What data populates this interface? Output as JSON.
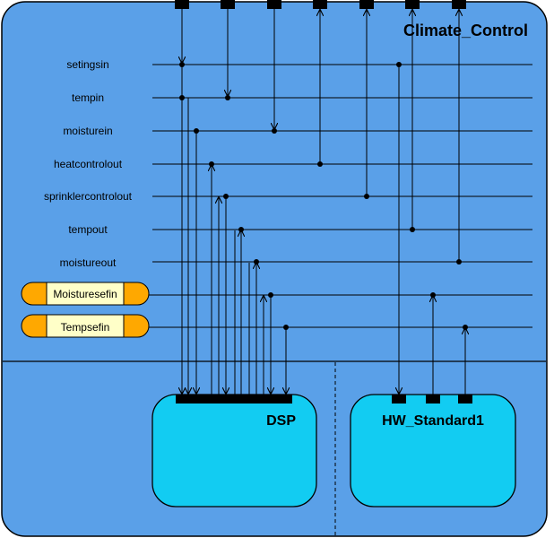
{
  "title": "Climate_Control",
  "signals": [
    "setingsin",
    "tempin",
    "moisturein",
    "heatcontrolout",
    "sprinklercontrolout",
    "tempout",
    "moistureout"
  ],
  "state_functions": [
    "Moisturesefin",
    "Tempsefin"
  ],
  "blocks": {
    "dsp": "DSP",
    "hw": "HW_Standard1"
  },
  "colors": {
    "outer_fill": "#5aa0e8",
    "block_fill": "#12ccf2",
    "state_fill": "#ffffc8",
    "state_cap": "#ffa800",
    "port": "#000000"
  }
}
